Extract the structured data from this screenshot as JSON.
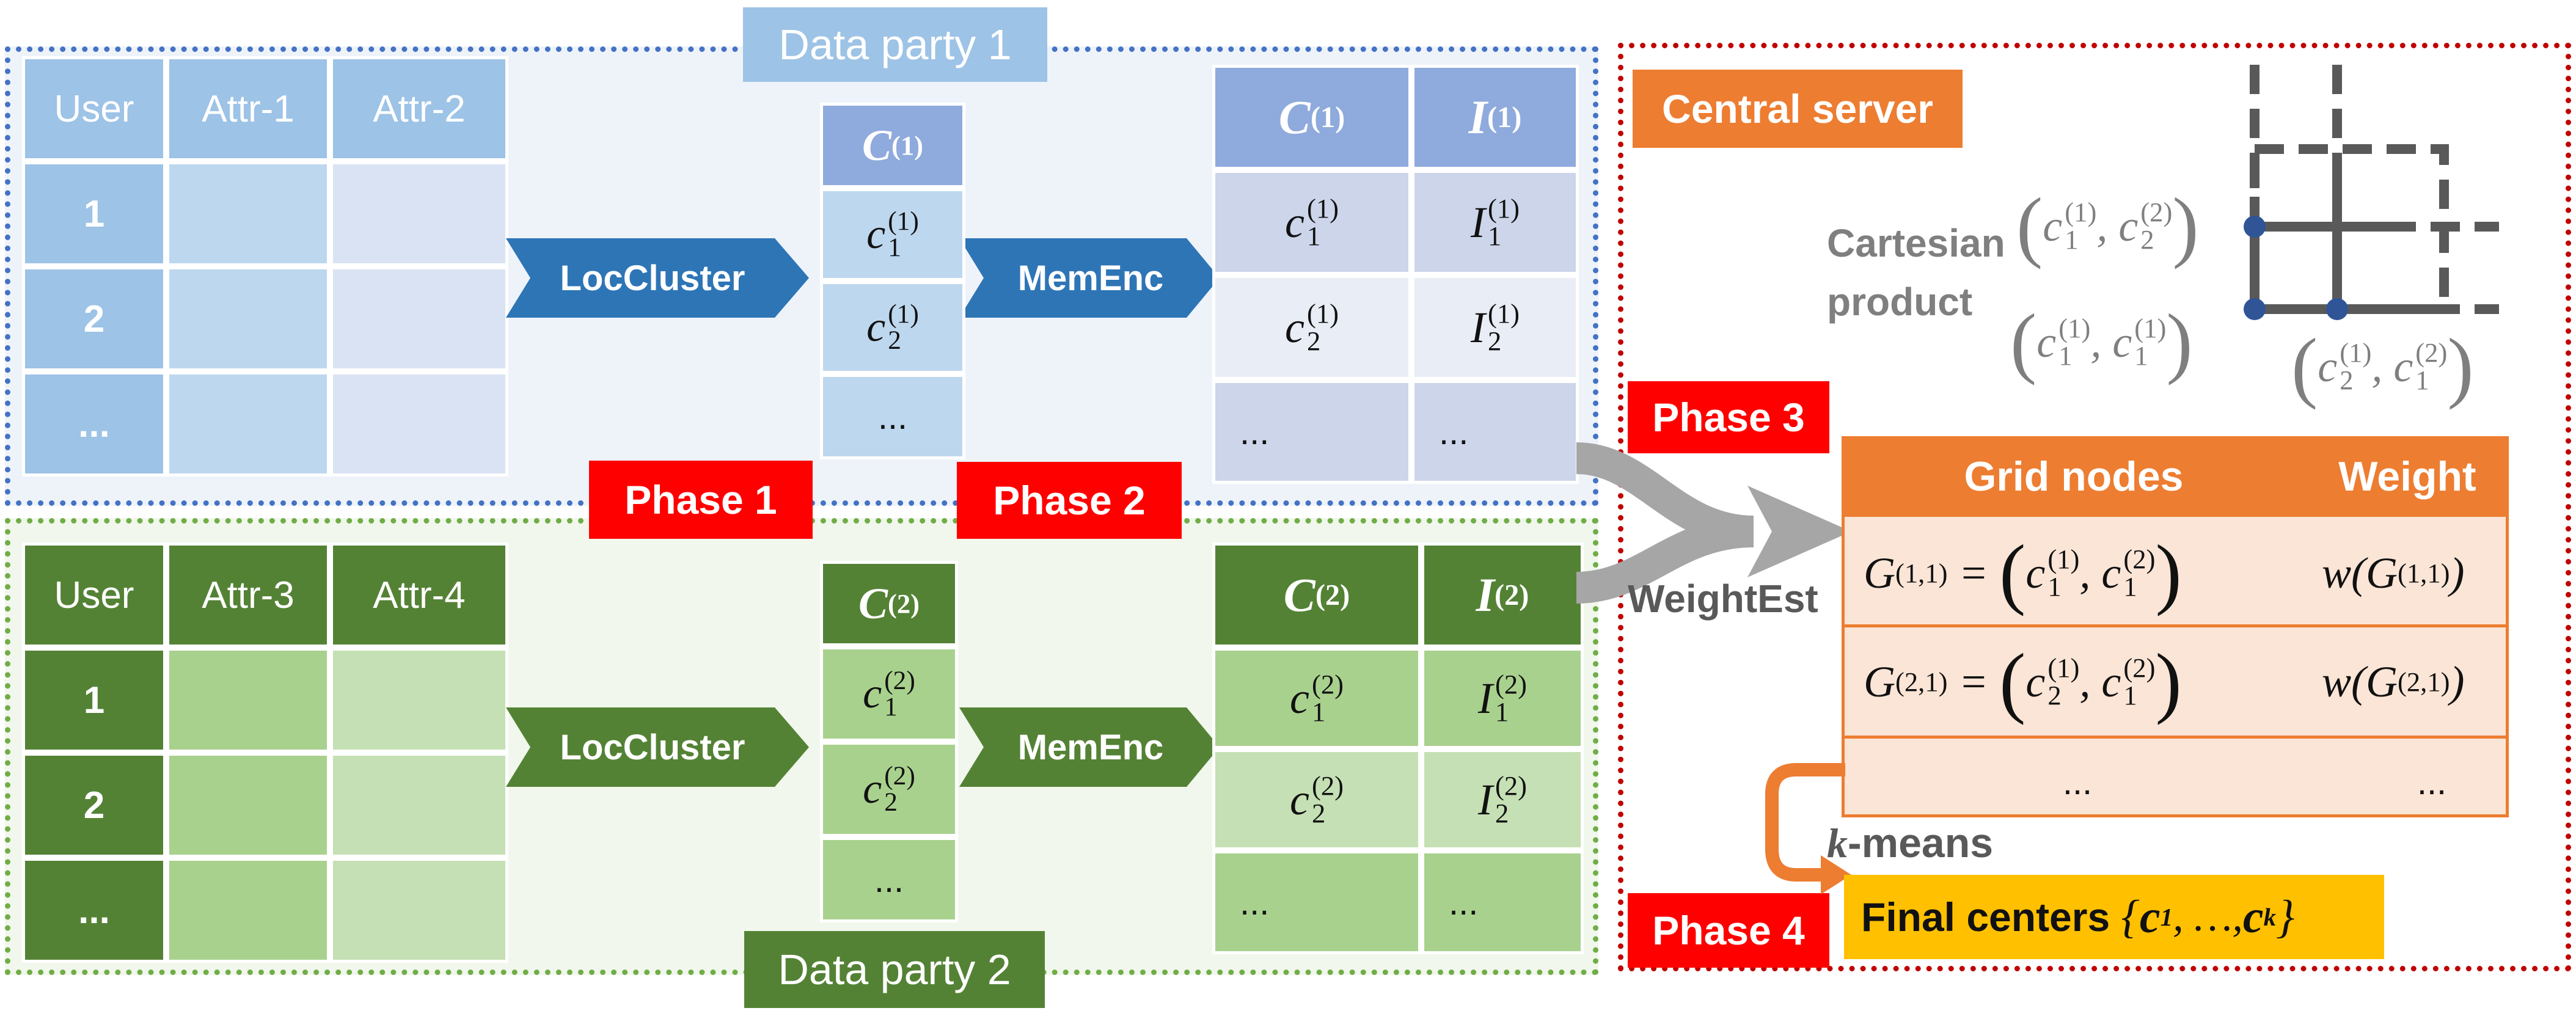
{
  "party1": {
    "label": "Data party 1",
    "table_headers": [
      "User",
      "Attr-1",
      "Attr-2"
    ],
    "rows": [
      "1",
      "2",
      "..."
    ],
    "cluster_header": "C",
    "cluster_header_sup": "(1)",
    "cluster_items": [
      {
        "base": "c",
        "sup": "(1)",
        "sub": "1"
      },
      {
        "base": "c",
        "sup": "(1)",
        "sub": "2"
      },
      {
        "text": "..."
      }
    ],
    "enc_headers": [
      {
        "base": "C",
        "sup": "(1)"
      },
      {
        "base": "I",
        "sup": "(1)"
      }
    ],
    "enc_rows": [
      [
        {
          "base": "c",
          "sup": "(1)",
          "sub": "1"
        },
        {
          "base": "I",
          "sup": "(1)",
          "sub": "1"
        }
      ],
      [
        {
          "base": "c",
          "sup": "(1)",
          "sub": "2"
        },
        {
          "base": "I",
          "sup": "(1)",
          "sub": "2"
        }
      ],
      [
        {
          "text": "..."
        },
        {
          "text": "..."
        }
      ]
    ]
  },
  "party2": {
    "label": "Data party 2",
    "table_headers": [
      "User",
      "Attr-3",
      "Attr-4"
    ],
    "rows": [
      "1",
      "2",
      "..."
    ],
    "cluster_header": "C",
    "cluster_header_sup": "(2)",
    "cluster_items": [
      {
        "base": "c",
        "sup": "(2)",
        "sub": "1"
      },
      {
        "base": "c",
        "sup": "(2)",
        "sub": "2"
      },
      {
        "text": "..."
      }
    ],
    "enc_headers": [
      {
        "base": "C",
        "sup": "(2)"
      },
      {
        "base": "I",
        "sup": "(2)"
      }
    ],
    "enc_rows": [
      [
        {
          "base": "c",
          "sup": "(2)",
          "sub": "1"
        },
        {
          "base": "I",
          "sup": "(2)",
          "sub": "1"
        }
      ],
      [
        {
          "base": "c",
          "sup": "(2)",
          "sub": "2"
        },
        {
          "base": "I",
          "sup": "(2)",
          "sub": "2"
        }
      ],
      [
        {
          "text": "..."
        },
        {
          "text": "..."
        }
      ]
    ]
  },
  "arrows": {
    "loccluster": "LocCluster",
    "memenc": "MemEnc",
    "weightest": "WeightEst",
    "kmeans_k": "k",
    "kmeans_rest": "-means"
  },
  "phases": {
    "p1": "Phase 1",
    "p2": "Phase 2",
    "p3": "Phase 3",
    "p4": "Phase 4"
  },
  "server": {
    "label": "Central server",
    "cartesian_line1": "Cartesian",
    "cartesian_line2": "product",
    "pairs": [
      {
        "a_sup": "(1)",
        "a_sub": "1",
        "b_sup": "(2)",
        "b_sub": "2"
      },
      {
        "a_sup": "(1)",
        "a_sub": "1",
        "b_sup": "(1)",
        "b_sub": "1"
      },
      {
        "a_sup": "(1)",
        "a_sub": "2",
        "b_sup": "(2)",
        "b_sub": "1"
      }
    ],
    "grid_header": "Grid nodes",
    "weight_header": "Weight",
    "grid_rows": [
      {
        "g_sub": "(1,1)",
        "a_sup": "(1)",
        "a_sub": "1",
        "b_sup": "(2)",
        "b_sub": "1",
        "w_sub": "(1,1)"
      },
      {
        "g_sub": "(2,1)",
        "a_sup": "(1)",
        "a_sub": "2",
        "b_sup": "(2)",
        "b_sub": "1",
        "w_sub": "(2,1)"
      }
    ],
    "ellipsis": "...",
    "final_text": "Final centers",
    "final_math_open": "{",
    "final_c1": "c",
    "final_c1_sub": "1",
    "final_mid": ", …, ",
    "final_ck": "c",
    "final_ck_sub": "k",
    "final_math_close": "}"
  },
  "colors": {
    "blue_dark": "#2e75b6",
    "blue_header": "#9dc3e6",
    "green_dark": "#548235",
    "green_light": "#a9d18e",
    "orange": "#ed7d31",
    "red": "#ff0000",
    "gold": "#ffc000",
    "grey_arrow": "#a6a6a6"
  }
}
